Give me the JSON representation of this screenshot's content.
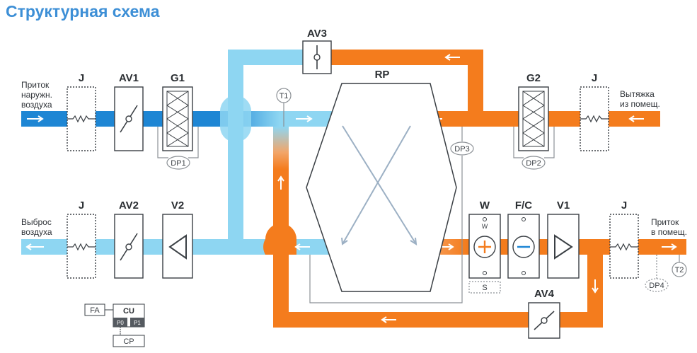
{
  "title": "Структурная схема",
  "inlets": {
    "outdoor_line1": "Приток",
    "outdoor_line2": "наружн.",
    "outdoor_line3": "воздуха",
    "exhaust_line1": "Выброс",
    "exhaust_line2": "воздуха",
    "extract_line1": "Вытяжка",
    "extract_line2": "из помещ.",
    "supply_line1": "Приток",
    "supply_line2": "в помещ."
  },
  "components": {
    "j": "J",
    "av1": "AV1",
    "av2": "AV2",
    "av3": "AV3",
    "av4": "AV4",
    "g1": "G1",
    "g2": "G2",
    "v1": "V1",
    "v2": "V2",
    "rp": "RP",
    "w": "W",
    "fc": "F/C"
  },
  "sensors": {
    "t1": "T1",
    "t2": "T2",
    "dp1": "DP1",
    "dp2": "DP2",
    "dp3": "DP3",
    "dp4": "DP4",
    "s": "S",
    "w_small": "W"
  },
  "control": {
    "fa": "FA",
    "cu": "CU",
    "p0": "P0",
    "p1": "P1",
    "cp": "CP"
  },
  "colors": {
    "cold_air": "#8ed6f2",
    "outdoor_air": "#1e86d4",
    "warm_air": "#f47c1d",
    "title": "#3d8fd6"
  }
}
